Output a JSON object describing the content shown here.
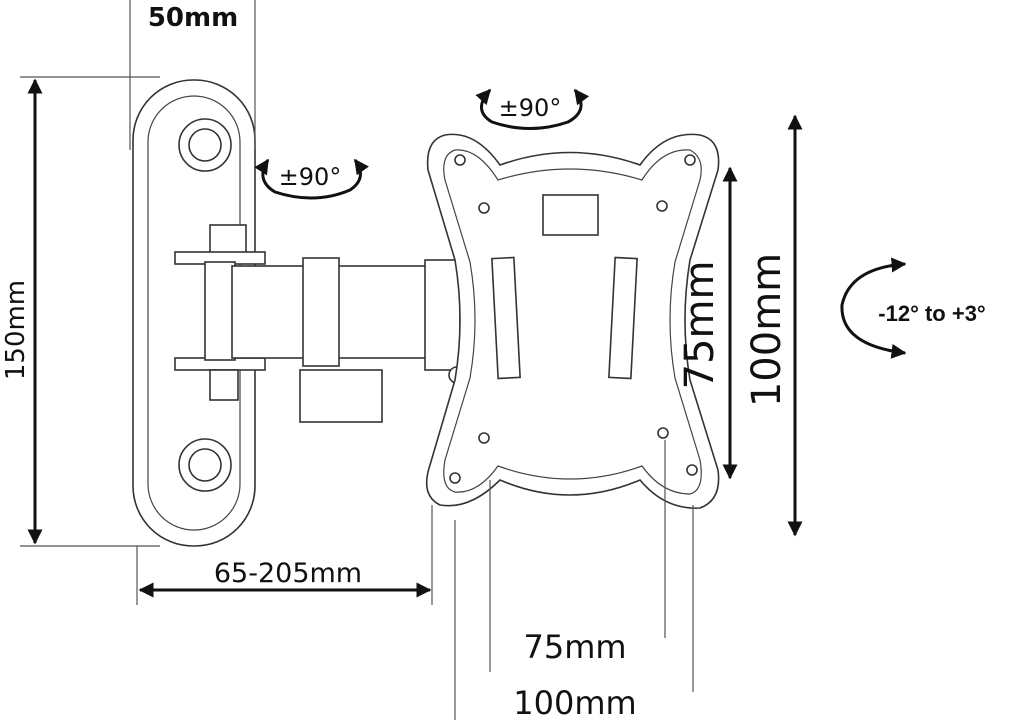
{
  "dimensions": {
    "wall_plate_width": "50mm",
    "wall_plate_height": "150mm",
    "arm_extension": "65-205mm",
    "vesa_small_vertical": "75mm",
    "vesa_large_vertical": "100mm",
    "vesa_small_horizontal": "75mm",
    "vesa_large_horizontal": "100mm"
  },
  "rotations": {
    "wall_swivel": "±90°",
    "plate_rotation": "±90°",
    "tilt": "-12° to +3°"
  },
  "colors": {
    "line": "#111111",
    "part_outline": "#333333"
  }
}
